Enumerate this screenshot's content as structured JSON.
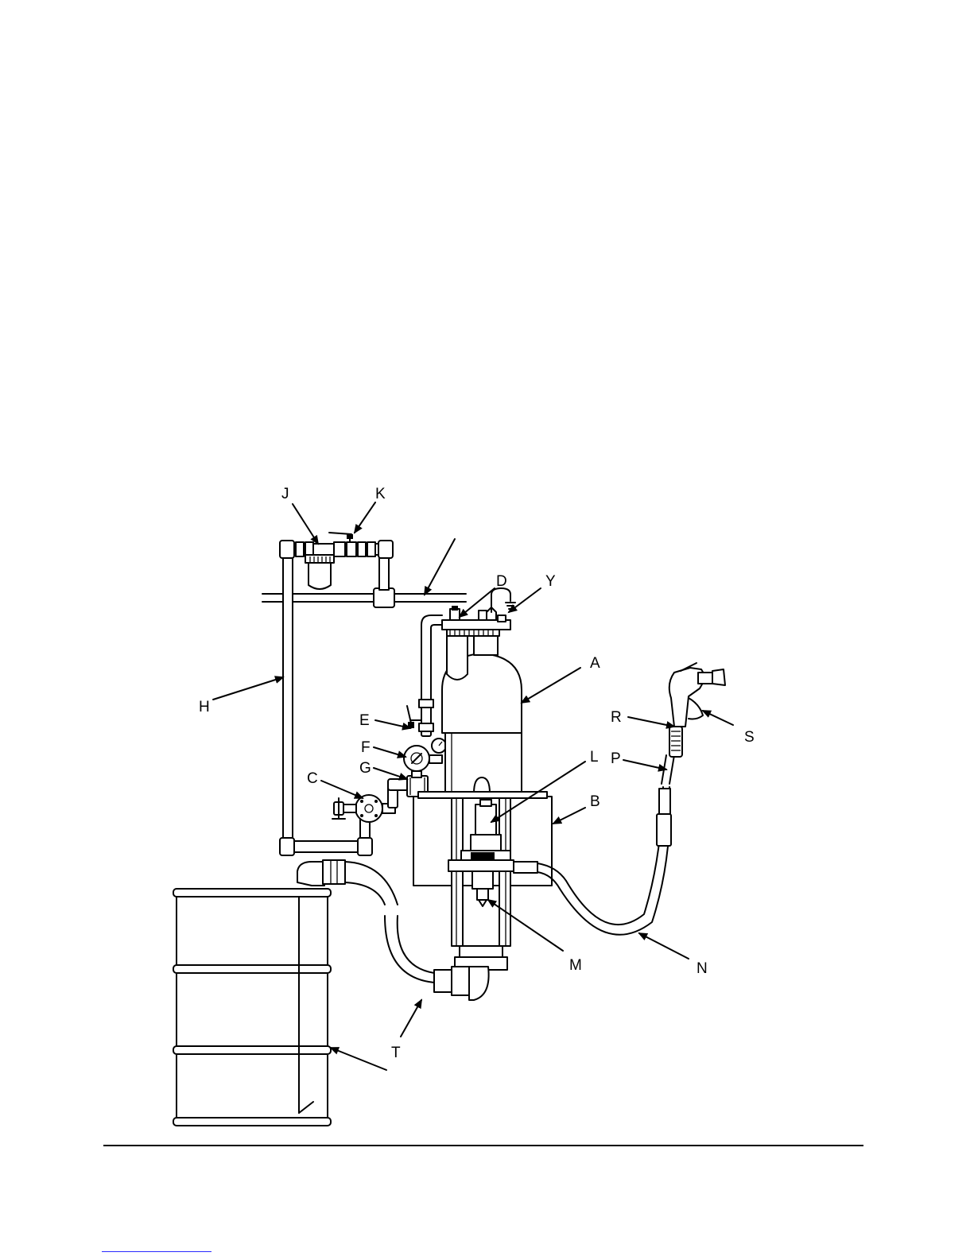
{
  "diagram": {
    "callouts": {
      "J": "J",
      "K": "K",
      "D": "D",
      "Y": "Y",
      "A": "A",
      "H": "H",
      "E": "E",
      "F": "F",
      "G": "G",
      "C": "C",
      "R": "R",
      "S": "S",
      "P": "P",
      "L": "L",
      "B": "B",
      "M": "M",
      "N": "N",
      "T": "T"
    }
  },
  "colors": {
    "line": "#000000",
    "paper": "#ffffff",
    "link": "#2a2aff"
  }
}
